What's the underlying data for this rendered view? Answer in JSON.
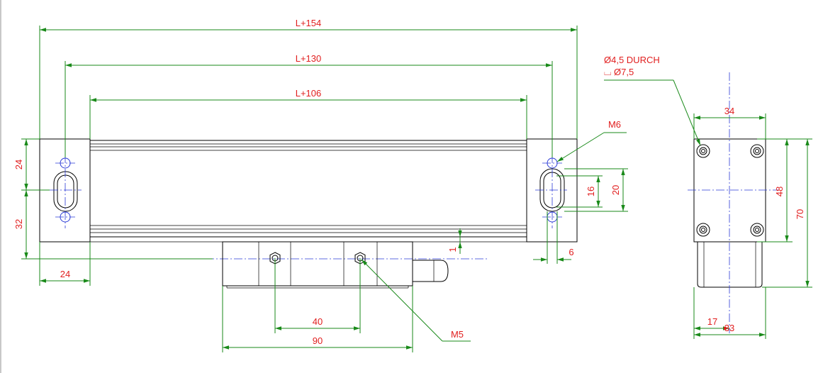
{
  "dimensions": {
    "overall_length": "L+154",
    "mounting_length": "L+130",
    "body_length": "L+106",
    "hole_upper_offset": "24",
    "hole_lower_offset": "32",
    "end_block_width": "24",
    "thread_m6": "M6",
    "slot_length": "16",
    "slot_outer": "20",
    "gap": "1",
    "slot_width": "6",
    "reader_hole_spacing": "40",
    "reader_length": "90",
    "thread_m5": "M5",
    "end_width": "34",
    "end_hole_spacing": "48",
    "end_height": "70",
    "reader_half": "17",
    "reader_width": "33"
  },
  "hole_note": {
    "line1": "Ø4,5 DURCH",
    "line2": "⌴ Ø7,5"
  }
}
